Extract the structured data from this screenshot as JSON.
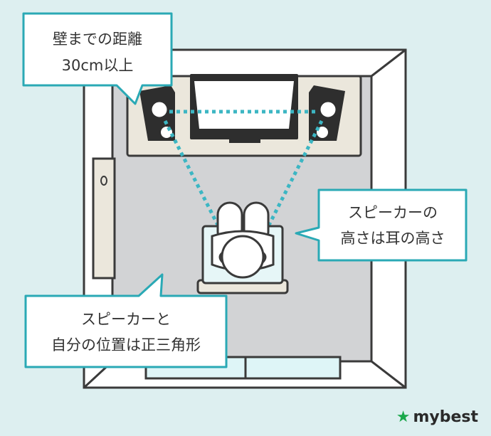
{
  "callouts": {
    "wall_distance": {
      "line1": "壁までの距離",
      "line2": "30cm以上"
    },
    "ear_height": {
      "line1": "スピーカーの",
      "line2": "高さは耳の高さ"
    },
    "triangle": {
      "line1": "スピーカーと",
      "line2": "自分の位置は正三角形"
    }
  },
  "brand": {
    "star_icon": "star-icon",
    "name": "mybest"
  },
  "colors": {
    "background": "#ddeff0",
    "outline": "#3a3a3a",
    "floor": "#d2d3d5",
    "console": "#ebe7dc",
    "screen": "#ffffff",
    "dotted_line": "#3cb6c3",
    "callout_border": "#2aa9b5",
    "window": "#def5f7",
    "brand_star": "#1aa84b"
  }
}
